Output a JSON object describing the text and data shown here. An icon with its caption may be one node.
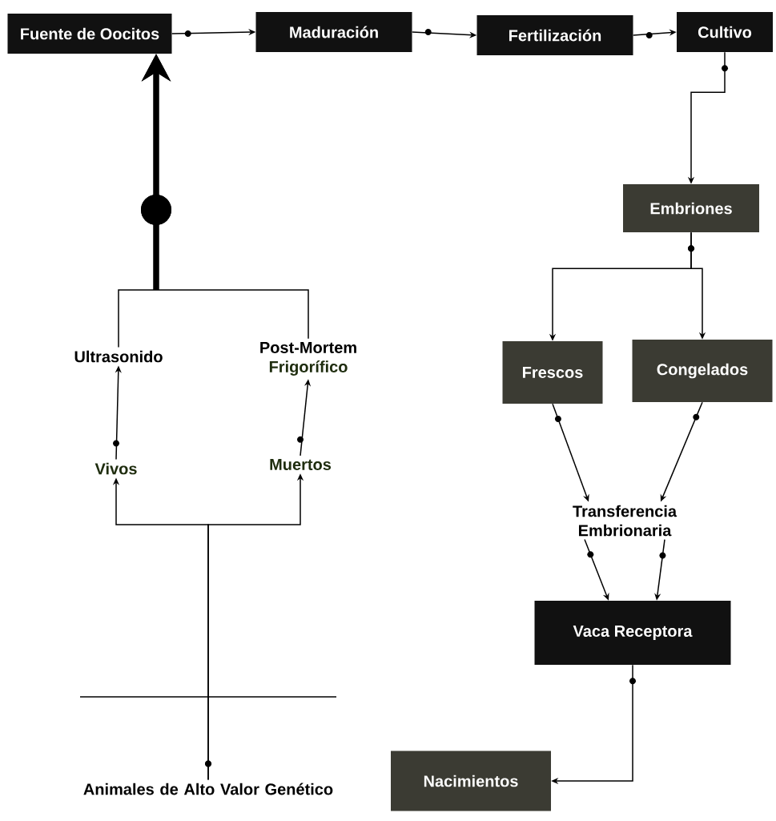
{
  "diagram": {
    "nodes": [
      {
        "text": [
          "Fuente de Oocitos"
        ]
      },
      {
        "text": [
          "Maduración"
        ]
      },
      {
        "text": [
          "Fertilización"
        ]
      },
      {
        "text": [
          "Cultivo"
        ]
      },
      {
        "text": [
          "Embriones"
        ]
      },
      {
        "text": [
          "Ultrasonido"
        ]
      },
      {
        "text": [
          "Post-Mortem",
          "Frigorífico"
        ]
      },
      {
        "text": [
          "Vivos"
        ]
      },
      {
        "text": [
          "Muertos"
        ]
      },
      {
        "text": [
          "Frescos"
        ]
      },
      {
        "text": [
          "Congelados"
        ]
      },
      {
        "text": [
          "Transferencia Embrionaria"
        ]
      },
      {
        "text": [
          "Vaca Receptora"
        ]
      },
      {
        "text": [
          "Nacimientos"
        ]
      },
      {
        "text": [
          "Animales de Alto Valor Genético"
        ]
      }
    ],
    "edges": [
      {
        "from": 0,
        "to": 1,
        "arrow": "to"
      },
      {
        "from": 1,
        "to": 2,
        "arrow": "to"
      },
      {
        "from": 2,
        "to": 3,
        "arrow": "to"
      },
      {
        "from": 3,
        "to": 4,
        "arrow": "to"
      },
      {
        "from": 4,
        "to": 9,
        "arrow": "to"
      },
      {
        "from": 4,
        "to": 10,
        "arrow": "to"
      },
      {
        "from": 9,
        "to": 11,
        "arrow": "to"
      },
      {
        "from": 10,
        "to": 11,
        "arrow": "to"
      },
      {
        "from": 11,
        "to": 12,
        "arrow": "to"
      },
      {
        "from": 11,
        "to": 12,
        "arrow": "to"
      },
      {
        "from": 12,
        "to": 13,
        "arrow": "to"
      },
      {
        "from": 14,
        "to": 7,
        "arrow": "to"
      },
      {
        "from": 14,
        "to": 8,
        "arrow": "to"
      },
      {
        "from": 7,
        "to": 5,
        "arrow": "to"
      },
      {
        "from": 8,
        "to": 6,
        "arrow": "to"
      },
      {
        "from": 5,
        "to": 0,
        "arrow": "to",
        "style": "thick"
      },
      {
        "from": 6,
        "to": 0,
        "arrow": "to",
        "style": "thick"
      }
    ]
  }
}
